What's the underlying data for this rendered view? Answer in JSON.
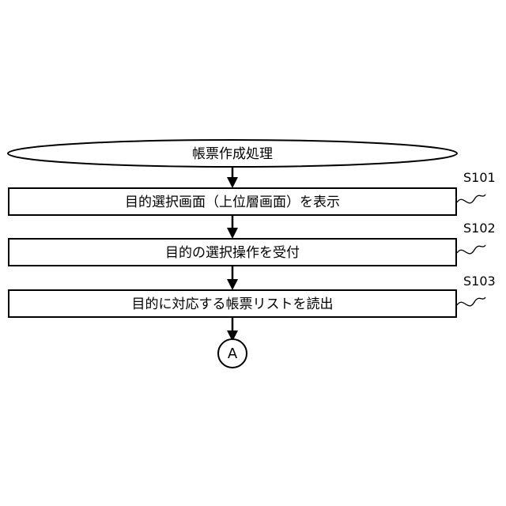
{
  "flowchart": {
    "start": {
      "label": "帳票作成処理"
    },
    "steps": [
      {
        "id": "S101",
        "label": "目的選択画面（上位層画面）を表示"
      },
      {
        "id": "S102",
        "label": "目的の選択操作を受付"
      },
      {
        "id": "S103",
        "label": "目的に対応する帳票リストを読出"
      }
    ],
    "connector": {
      "label": "A"
    }
  }
}
